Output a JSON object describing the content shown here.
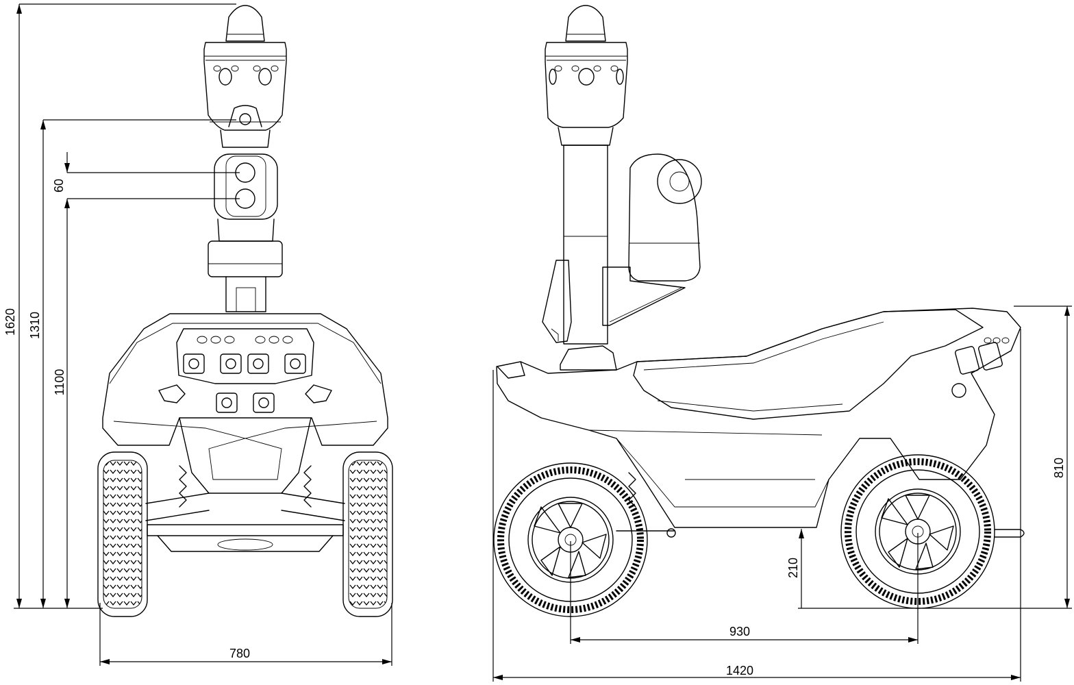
{
  "front_view": {
    "width_label": "780",
    "total_height_label": "1620",
    "camera_height_label": "1310",
    "lower_height_label": "1100",
    "sensor_gap_label": "60"
  },
  "side_view": {
    "length_label": "1420",
    "wheelbase_label": "930",
    "body_height_label": "810",
    "ground_clearance_label": "210"
  }
}
